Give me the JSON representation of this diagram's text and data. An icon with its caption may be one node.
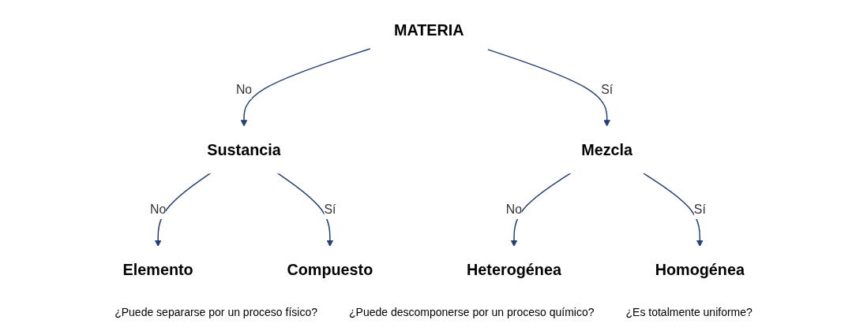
{
  "diagram": {
    "nodes": [
      {
        "text": [
          "MATERIA"
        ]
      },
      {
        "text": [
          "Sustancia"
        ]
      },
      {
        "text": [
          "Mezcla"
        ]
      },
      {
        "text": [
          "Elemento"
        ]
      },
      {
        "text": [
          "Compuesto"
        ]
      },
      {
        "text": [
          "Heterogénea"
        ]
      },
      {
        "text": [
          "Homogénea"
        ]
      }
    ],
    "edges": [
      {
        "from": 0,
        "to": 1,
        "arrow": "to",
        "label": "No"
      },
      {
        "from": 0,
        "to": 2,
        "arrow": "to",
        "label": "Sí"
      },
      {
        "from": 1,
        "to": 3,
        "arrow": "to",
        "label": "No"
      },
      {
        "from": 1,
        "to": 4,
        "arrow": "to",
        "label": "Sí"
      },
      {
        "from": 2,
        "to": 5,
        "arrow": "to",
        "label": "No"
      },
      {
        "from": 2,
        "to": 6,
        "arrow": "to",
        "label": "Sí"
      }
    ],
    "labels": [
      "¿Puede separarse por un proceso físico?",
      "¿Puede descomponerse por un proceso químico?",
      "¿Es totalmente uniforme?"
    ]
  }
}
